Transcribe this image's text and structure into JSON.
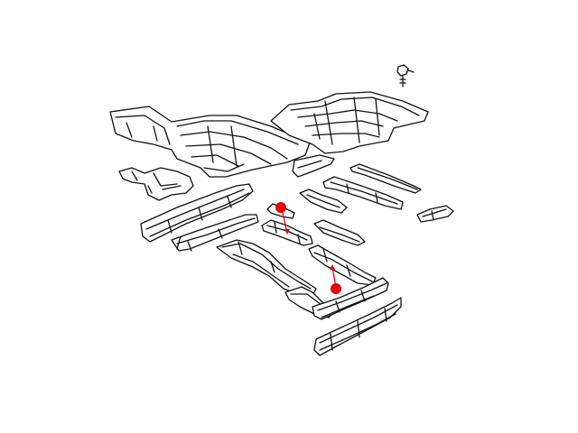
{
  "diagram": {
    "parts": [
      {
        "name": "front-floor-pan"
      },
      {
        "name": "rear-floor-pan"
      },
      {
        "name": "stud-fastener"
      },
      {
        "name": "front-crossmember-bracket"
      },
      {
        "name": "left-sill-rail"
      },
      {
        "name": "left-rocker-reinforcement"
      },
      {
        "name": "center-longitudinal-rail"
      },
      {
        "name": "crossmember-a"
      },
      {
        "name": "crossmember-b"
      },
      {
        "name": "rear-crossmember-long"
      },
      {
        "name": "small-crossmember-right"
      },
      {
        "name": "seat-crossmember"
      },
      {
        "name": "right-seat-bracket"
      },
      {
        "name": "right-sill-rail"
      },
      {
        "name": "right-rocker-panel"
      }
    ],
    "callouts": [
      {
        "name": "callout-marker-1",
        "color": "#e8000b"
      },
      {
        "name": "callout-marker-2",
        "color": "#e8000b"
      }
    ]
  }
}
